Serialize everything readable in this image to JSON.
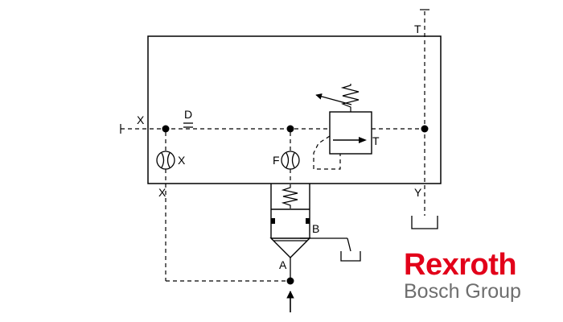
{
  "diagram": {
    "labels": {
      "x_left": "X",
      "x_gauge": "X",
      "x_bottom": "X",
      "d": "D",
      "f": "F",
      "t_top": "T",
      "t_valve": "T",
      "y": "Y",
      "b": "B",
      "a": "A"
    }
  },
  "logo": {
    "brand": "Rexroth",
    "subtitle": "Bosch Group",
    "brand_color": "#e2001a",
    "subtitle_color": "#6e6e6e"
  }
}
